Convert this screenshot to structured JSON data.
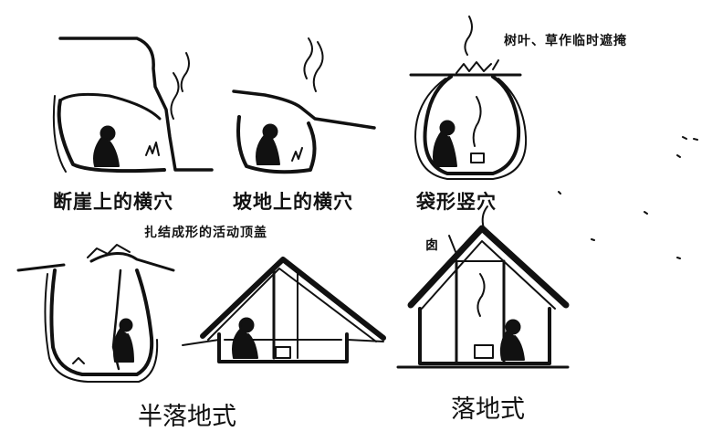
{
  "captions": {
    "cliff_cave": "断崖上的横穴",
    "slope_cave": "坡地上的横穴",
    "bag_pit": "袋形竖穴",
    "semi_subterranean": "半落地式",
    "ground_level": "落地式"
  },
  "annotations": {
    "temporary_cover": "树叶、草作临时遮掩",
    "movable_roof": "扎结成形的活动顶盖",
    "smoke_hole": "囱"
  },
  "colors": {
    "ink": "#111111",
    "paper": "#ffffff"
  }
}
